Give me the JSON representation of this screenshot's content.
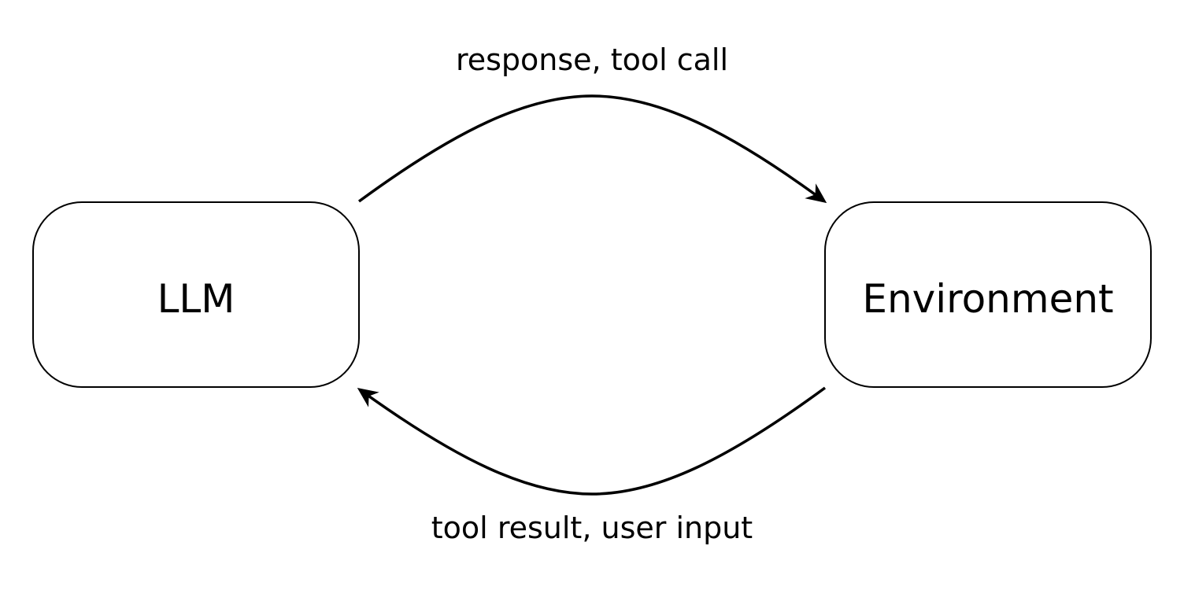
{
  "nodes": {
    "llm": {
      "label": "LLM"
    },
    "environment": {
      "label": "Environment"
    }
  },
  "edges": {
    "top": {
      "label": "response, tool call",
      "from": "LLM",
      "to": "Environment"
    },
    "bottom": {
      "label": "tool result, user input",
      "from": "Environment",
      "to": "LLM"
    }
  },
  "colors": {
    "stroke": "#000000",
    "background": "#ffffff"
  }
}
